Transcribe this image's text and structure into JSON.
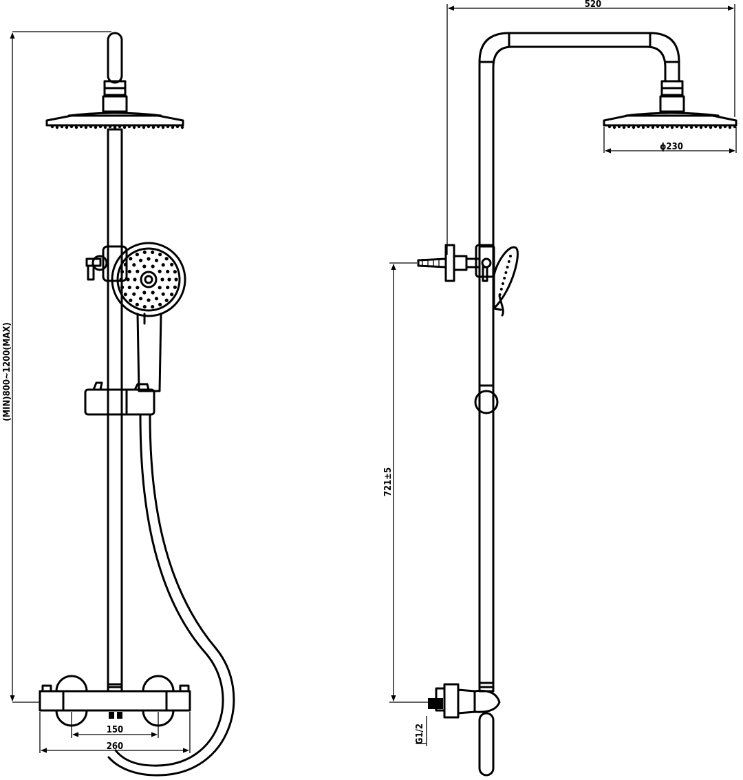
{
  "front_view": {
    "height_dimension": "(MIN)800~1200(MAX)",
    "valve_center_dimension": "150",
    "valve_width_dimension": "260"
  },
  "side_view": {
    "width_dimension": "520",
    "head_diameter_dimension": "ϕ230",
    "bracket_height_dimension": "721±5",
    "inlet_thread": "G1/2"
  },
  "colors": {
    "ink": "#000000",
    "paper": "#ffffff"
  }
}
